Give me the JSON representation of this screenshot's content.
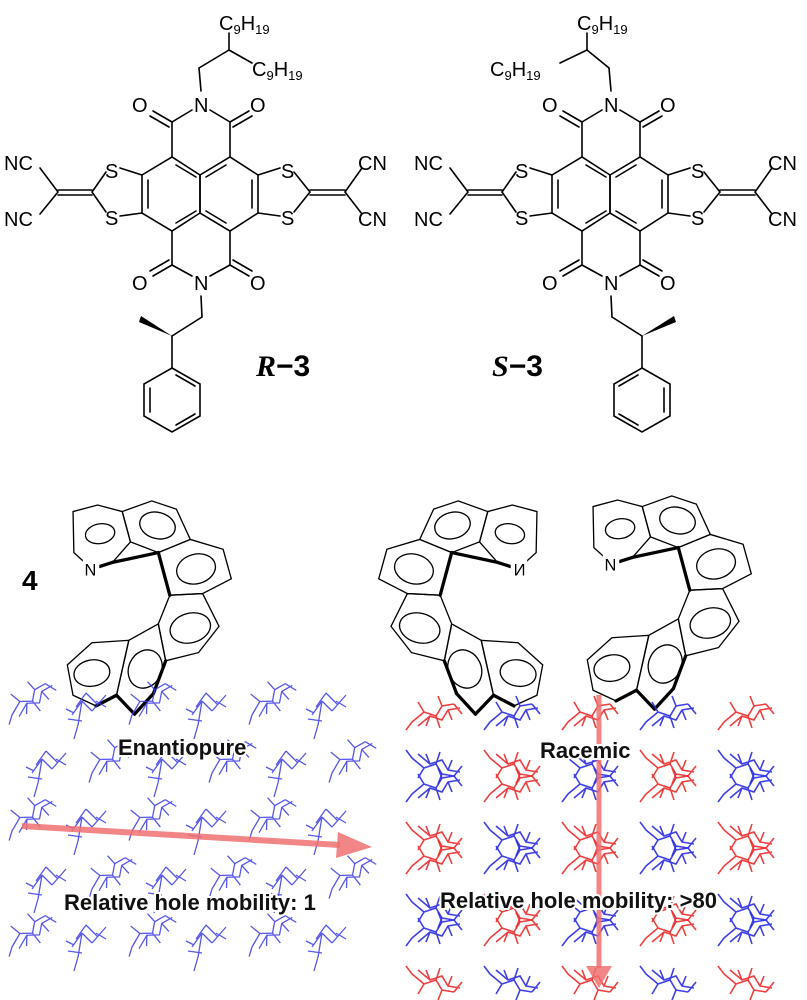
{
  "figure": {
    "compounds": [
      {
        "id": "R-3",
        "label_letter": "R",
        "label_suffix": "−3",
        "substituents": {
          "alkyl": "C",
          "alkyl_sub1": "9",
          "alkyl_H": "H",
          "alkyl_sub2": "19"
        },
        "atoms": {
          "nc": "NC",
          "cn": "CN",
          "s": "S",
          "o": "O",
          "n": "N"
        }
      },
      {
        "id": "S-3",
        "label_letter": "S",
        "label_suffix": "−3",
        "substituents": {
          "alkyl": "C",
          "alkyl_sub1": "9",
          "alkyl_H": "H",
          "alkyl_sub2": "19"
        },
        "atoms": {
          "nc": "NC",
          "cn": "CN",
          "s": "S",
          "o": "O",
          "n": "N"
        }
      }
    ],
    "helicene": {
      "label": "4",
      "atom_n": "N",
      "count": 3
    },
    "panels": [
      {
        "id": "enantiopure",
        "title": "Enantiopure",
        "mobility_text": "Relative hole mobility: 1",
        "arrow_direction": "horizontal",
        "colors": [
          "#3a3ae6"
        ],
        "arrow_color": "#f07070"
      },
      {
        "id": "racemic",
        "title": "Racemic",
        "mobility_text": "Relative hole mobility: >80",
        "arrow_direction": "vertical",
        "colors": [
          "#ee2a2a",
          "#2a2ae6"
        ],
        "arrow_color": "#f07070"
      }
    ]
  }
}
